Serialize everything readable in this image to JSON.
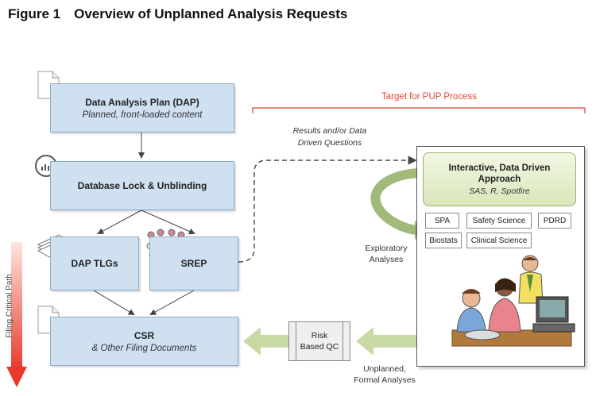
{
  "figure": {
    "title": "Figure 1 Overview of Unplanned Analysis Requests"
  },
  "dap": {
    "title": "Data Analysis Plan (DAP)",
    "subtitle": "Planned, front-loaded content"
  },
  "lock": {
    "title": "Database Lock & Unblinding"
  },
  "tlgs": {
    "title": "DAP TLGs"
  },
  "srep": {
    "title": "SREP"
  },
  "csr": {
    "title": "CSR",
    "subtitle": "& Other Filing Documents"
  },
  "critical_path": {
    "label": "Filing Critical Path"
  },
  "target": {
    "label": "Target for PUP Process"
  },
  "results_label": {
    "line1": "Results and/or Data",
    "line2": "Driven Questions"
  },
  "interactive": {
    "line1": "Interactive, Data Driven",
    "line2": "Approach",
    "subtitle": "SAS, R, Spotfire"
  },
  "tags": [
    "SPA",
    "Safety Science",
    "PDRD",
    "Biostats",
    "Clinical Science"
  ],
  "exploratory": {
    "line1": "Exploratory",
    "line2": "Analyses"
  },
  "qc": {
    "line1": "Risk",
    "line2": "Based QC"
  },
  "unplanned": {
    "line1": "Unplanned,",
    "line2": "Formal Analyses"
  },
  "colors": {
    "box_fill": "#cfe0f1",
    "target_red": "#e0443a",
    "green_arrow": "#c9d9a6",
    "critical_red": "#e8392b"
  }
}
